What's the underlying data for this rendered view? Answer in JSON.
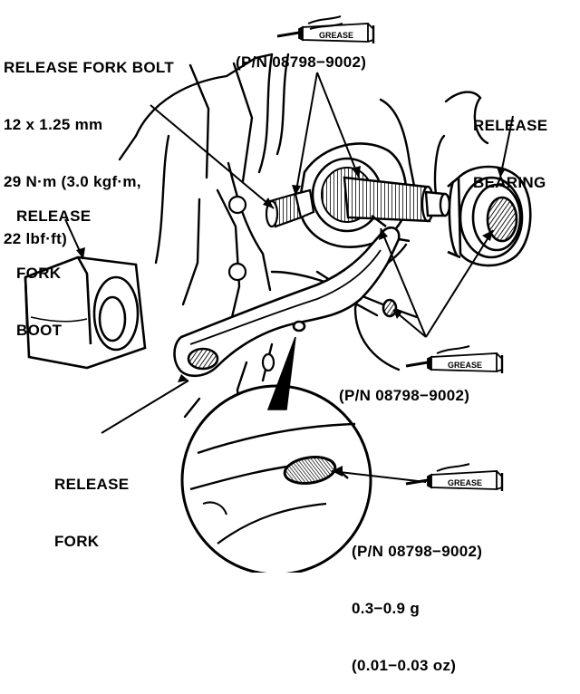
{
  "labels": {
    "fork_bolt": {
      "title": "RELEASE FORK BOLT",
      "size": "12 x 1.25 mm",
      "torque1": "29 N·m (3.0 kgf·m,",
      "torque2": "22 lbf·ft)"
    },
    "release_bearing": {
      "line1": "RELEASE",
      "line2": "BEARING"
    },
    "fork_boot": {
      "line1": "RELEASE",
      "line2": "FORK",
      "line3": "BOOT"
    },
    "release_fork": {
      "line1": "RELEASE",
      "line2": "FORK"
    },
    "pn_top": "(P/N 08798−9002)",
    "pn_mid": "(P/N 08798−9002)",
    "pn_bottom": {
      "pn": "(P/N 08798−9002)",
      "grams": "0.3−0.9 g",
      "ounces": "(0.01−0.03 oz)"
    },
    "grease_tube_text": "GREASE"
  },
  "colors": {
    "ink": "#000000",
    "paper": "#ffffff"
  },
  "icons": [
    "grease-tube-icon"
  ]
}
